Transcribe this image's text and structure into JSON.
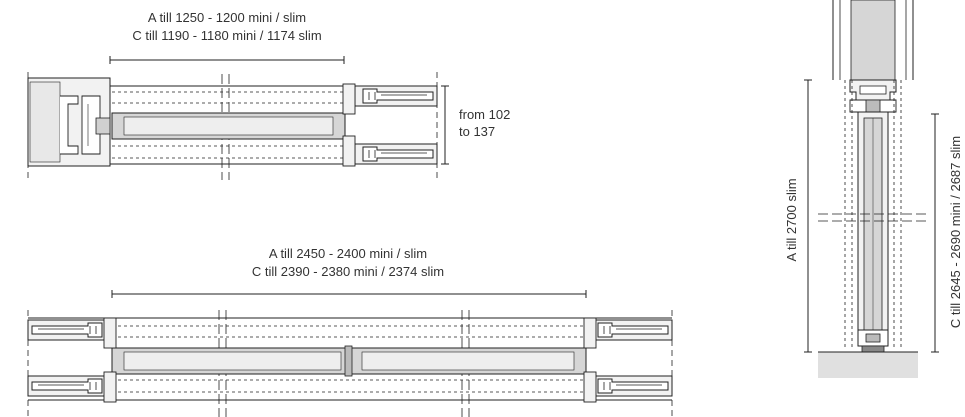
{
  "top_section": {
    "dimension_line1": "A till 1250 - 1200 mini / slim",
    "dimension_line2": "C till 1190 - 1180 mini / 1174 slim",
    "height_line1": "from 102",
    "height_line2": "to 137"
  },
  "bottom_section": {
    "dimension_line1": "A till 2450 - 2400 mini / slim",
    "dimension_line2": "C till 2390 - 2380 mini / 2374 slim"
  },
  "vertical_section": {
    "left_label": "A till 2700 slim",
    "right_label": "C till 2645 -  2690 mini / 2687 slim"
  },
  "colors": {
    "line": "#222222",
    "text": "#333333",
    "glass": "#d6d6d6",
    "floor": "#e0e0e0",
    "profile": "#f2f2f2"
  }
}
